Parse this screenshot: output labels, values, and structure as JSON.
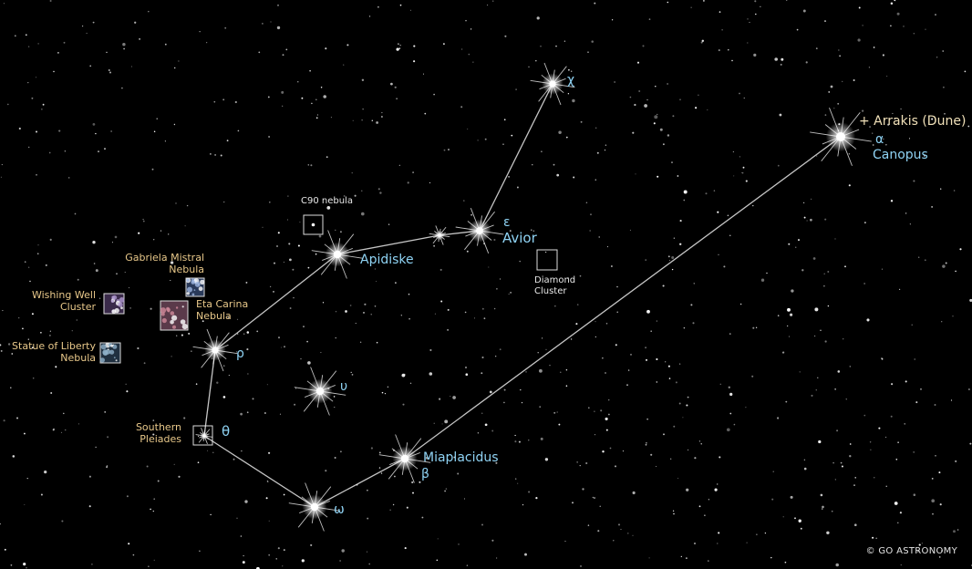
{
  "stars": {
    "chi": {
      "greek": "χ"
    },
    "canopus": {
      "greek": "α",
      "name": "Canopus",
      "note": "+ Arrakis (Dune)"
    },
    "avior": {
      "greek": "ε",
      "name": "Avior"
    },
    "apidiske": {
      "name": "Apidiske"
    },
    "rho": {
      "greek": "ρ"
    },
    "upsilon": {
      "greek": "υ"
    },
    "theta": {
      "greek": "θ"
    },
    "omega": {
      "greek": "ω"
    },
    "miaplacidus": {
      "greek": "β",
      "name": "Miaplacidus"
    }
  },
  "deep_sky": {
    "c90": {
      "line1": "C90 nebula"
    },
    "diamond": {
      "line1": "Diamond",
      "line2": "Cluster"
    },
    "gabriela": {
      "line1": "Gabriela Mistral",
      "line2": "Nebula"
    },
    "eta_carina": {
      "line1": "Eta Carina",
      "line2": "Nebula"
    },
    "wishing_well": {
      "line1": "Wishing Well",
      "line2": "Cluster"
    },
    "statue": {
      "line1": "Statue of Liberty",
      "line2": "Nebula"
    },
    "southern_pleiades": {
      "line1": "Southern",
      "line2": "Pleiades"
    }
  },
  "copyright": "© GO ASTRONOMY",
  "colors": {
    "background": "#000000",
    "star_label": "#8fd3f4",
    "dso_label": "#e8c88a",
    "line": "#e8e8e8"
  }
}
